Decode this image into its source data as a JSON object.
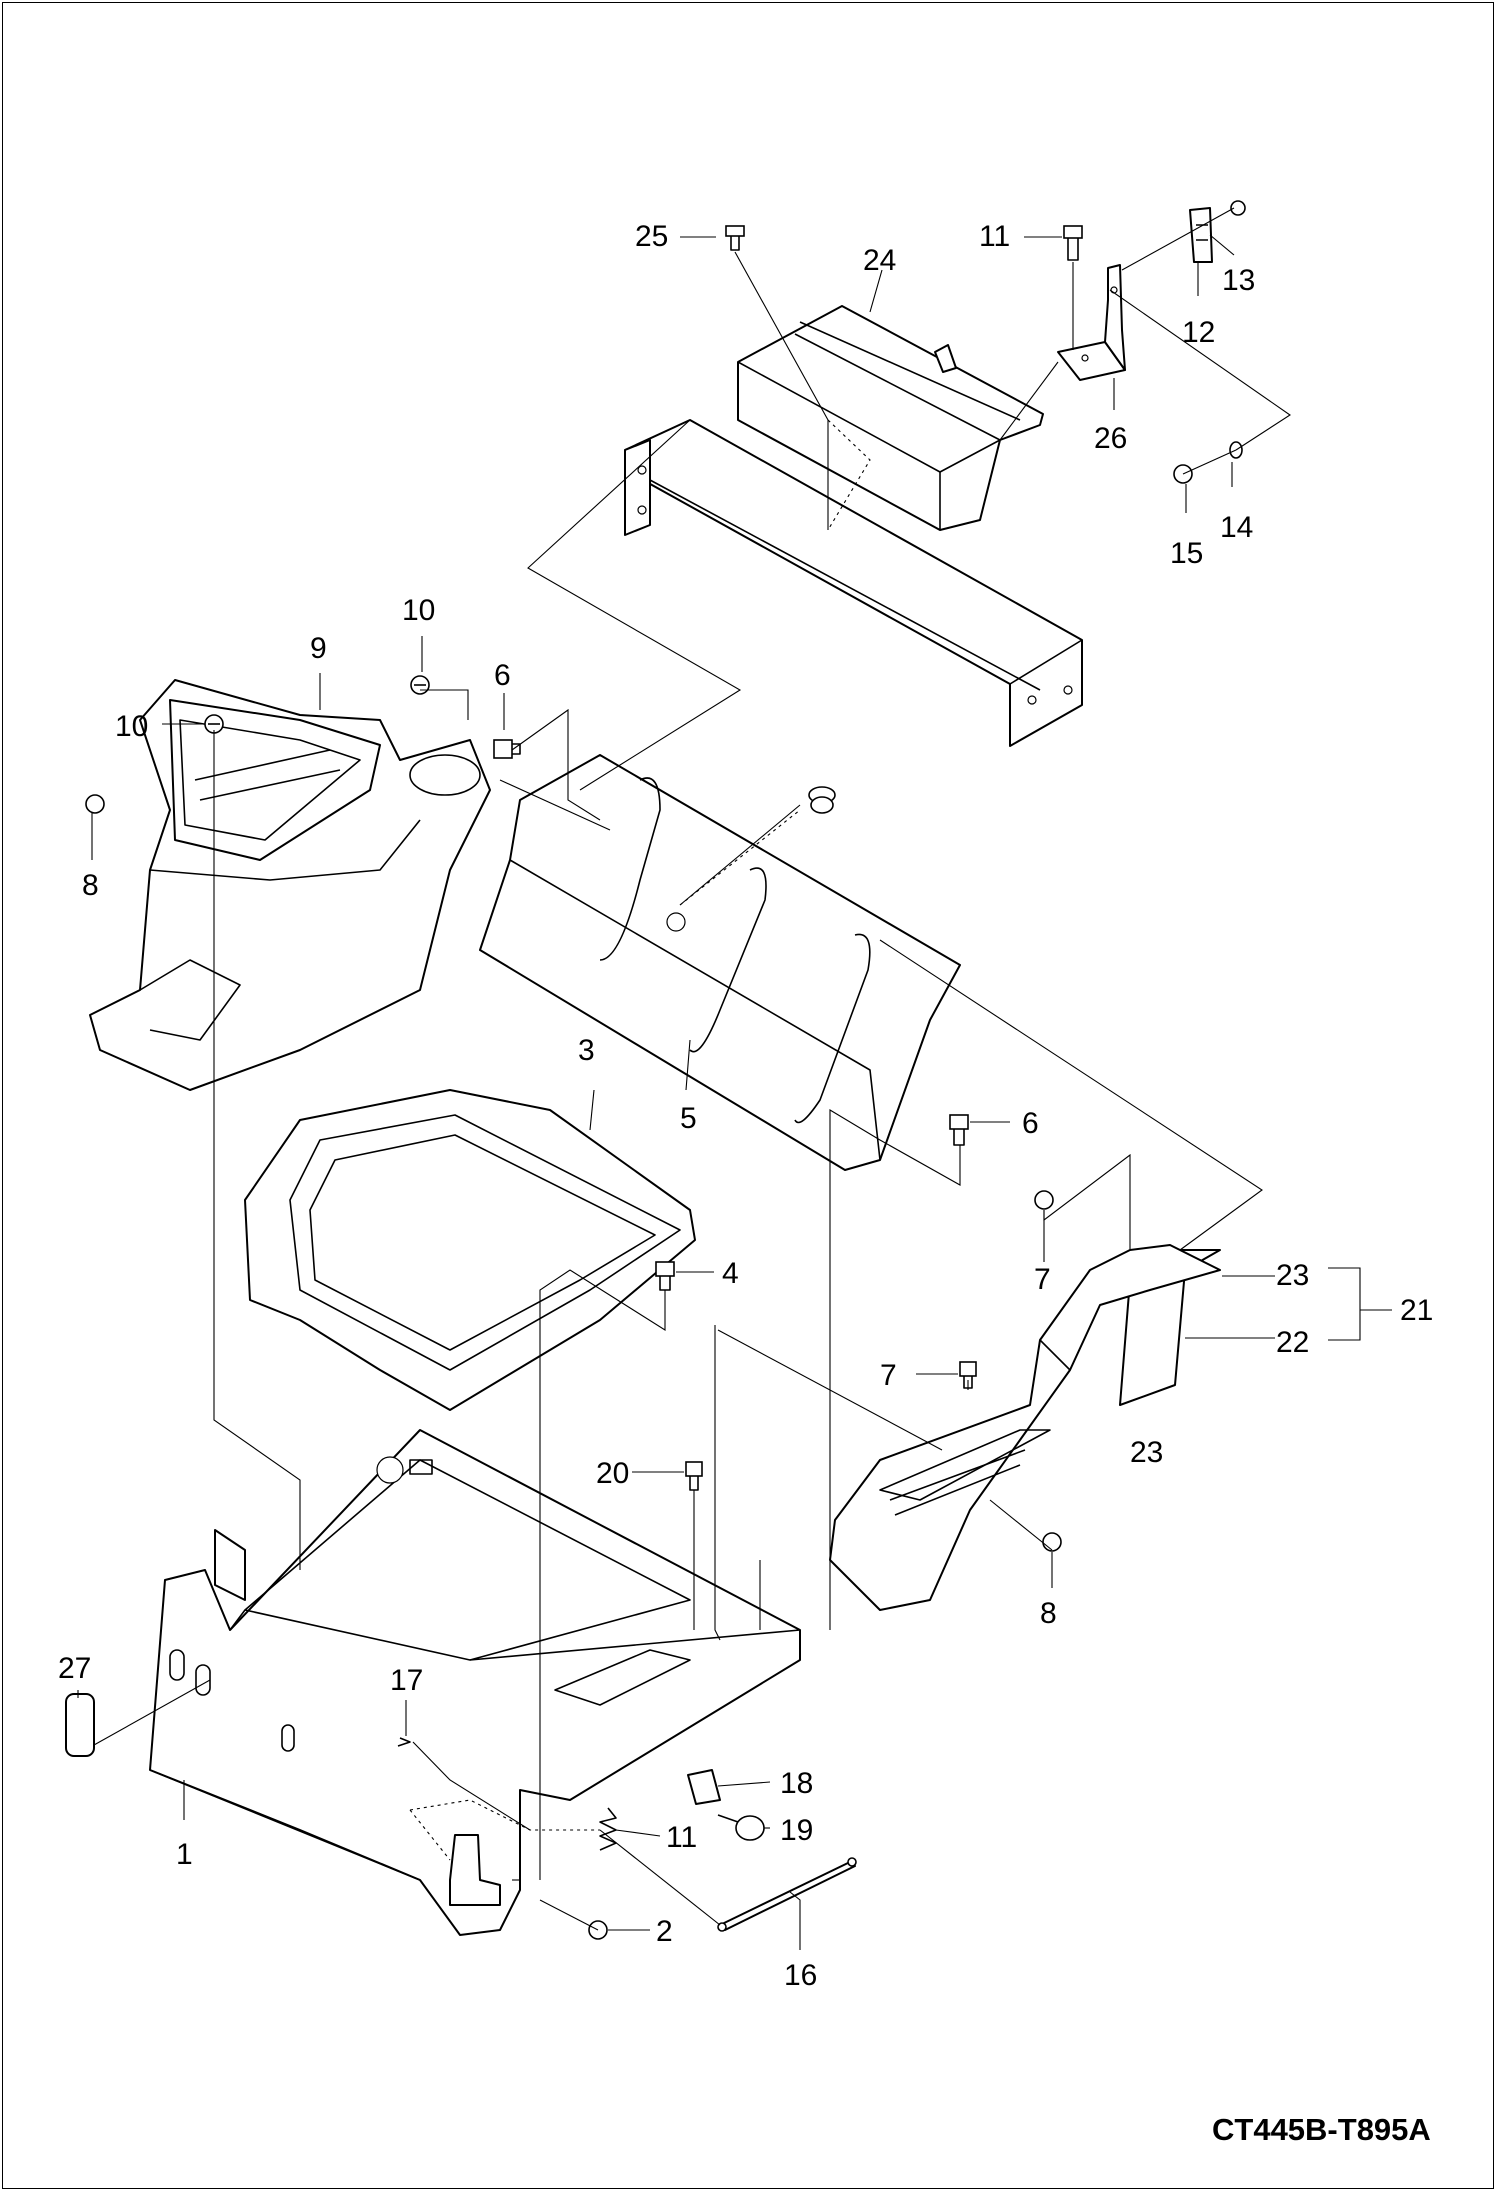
{
  "drawing_code": "CT445B-T895A",
  "callouts": {
    "c1": "1",
    "c2": "2",
    "c3": "3",
    "c4": "4",
    "c5": "5",
    "c6a": "6",
    "c6b": "6",
    "c7a": "7",
    "c7b": "7",
    "c8a": "8",
    "c8b": "8",
    "c9": "9",
    "c10a": "10",
    "c10b": "10",
    "c11a": "11",
    "c11b": "11",
    "c12": "12",
    "c13": "13",
    "c14": "14",
    "c15": "15",
    "c16": "16",
    "c17": "17",
    "c18": "18",
    "c19": "19",
    "c20": "20",
    "c21": "21",
    "c22": "22",
    "c23a": "23",
    "c23b": "23",
    "c24": "24",
    "c25": "25",
    "c26": "26",
    "c27": "27"
  }
}
